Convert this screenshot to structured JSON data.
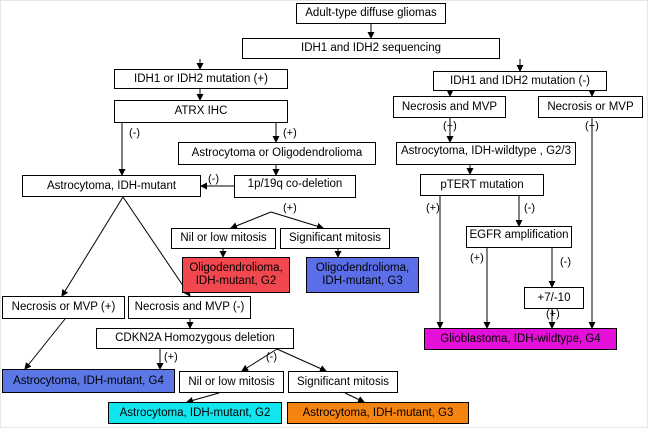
{
  "colors": {
    "red": "#f2474f",
    "blue": "#5b6ee8",
    "blue2": "#5b78e6",
    "cyan": "#11e6ef",
    "orange": "#f5830f",
    "magenta": "#e40fd8"
  },
  "nodes": {
    "root": "Adult-type diffuse gliomas",
    "sequencing": "IDH1 and IDH2  sequencing",
    "mutation_pos": "IDH1 or IDH2 mutation (+)",
    "mutation_neg": "IDH1 and IDH2 mutation (-)",
    "atrx": "ATRX IHC",
    "astro_or_oligo": "Astrocytoma or Oligodendrolioma",
    "astro_idh_mutant": "Astrocytoma, IDH-mutant",
    "codeletion": "1p/19q co-deletion",
    "nil_mitosis_oligo": "Nil or low mitosis",
    "sig_mitosis_oligo": "Significant mitosis",
    "oligo_g2": "Oligodendrolioma, IDH-mutant, G2",
    "oligo_g3": "Oligodendrolioma, IDH-mutant, G3",
    "necrosis_or_mvp_pos": "Necrosis or MVP (+)",
    "necrosis_and_mvp_neg": "Necrosis and MVP (-)",
    "cdkn2a": "CDKN2A Homozygous deletion",
    "astro_g4": "Astrocytoma, IDH-mutant, G4",
    "nil_mitosis_astro": "Nil or low mitosis",
    "sig_mitosis_astro": "Significant mitosis",
    "astro_g2": "Astrocytoma, IDH-mutant, G2",
    "astro_g3": "Astrocytoma, IDH-mutant, G3",
    "necrosis_and_mvp": "Necrosis and MVP",
    "necrosis_or_mvp": "Necrosis or MVP",
    "astro_idh_wildtype": "Astrocytoma, IDH-wildtype , G2/3",
    "ptert": "pTERT mutation",
    "egfr": "EGFR amplification",
    "chr7_10": "+7/-10",
    "glioblastoma": "Glioblastoma, IDH-wildtype, G4"
  },
  "labels": {
    "atrx_neg": "(-)",
    "atrx_pos": "(+)",
    "codel_neg": "(-)",
    "codel_pos": "(+)",
    "cdkn2a_pos": "(+)",
    "cdkn2a_neg": "(-)",
    "nec_and_pos": "(+)",
    "nec_or_pos": "(+)",
    "ptert_pos": "(+)",
    "ptert_neg": "(-)",
    "egfr_pos": "(+)",
    "egfr_neg": "(-)",
    "chr_pos": "(+)"
  }
}
